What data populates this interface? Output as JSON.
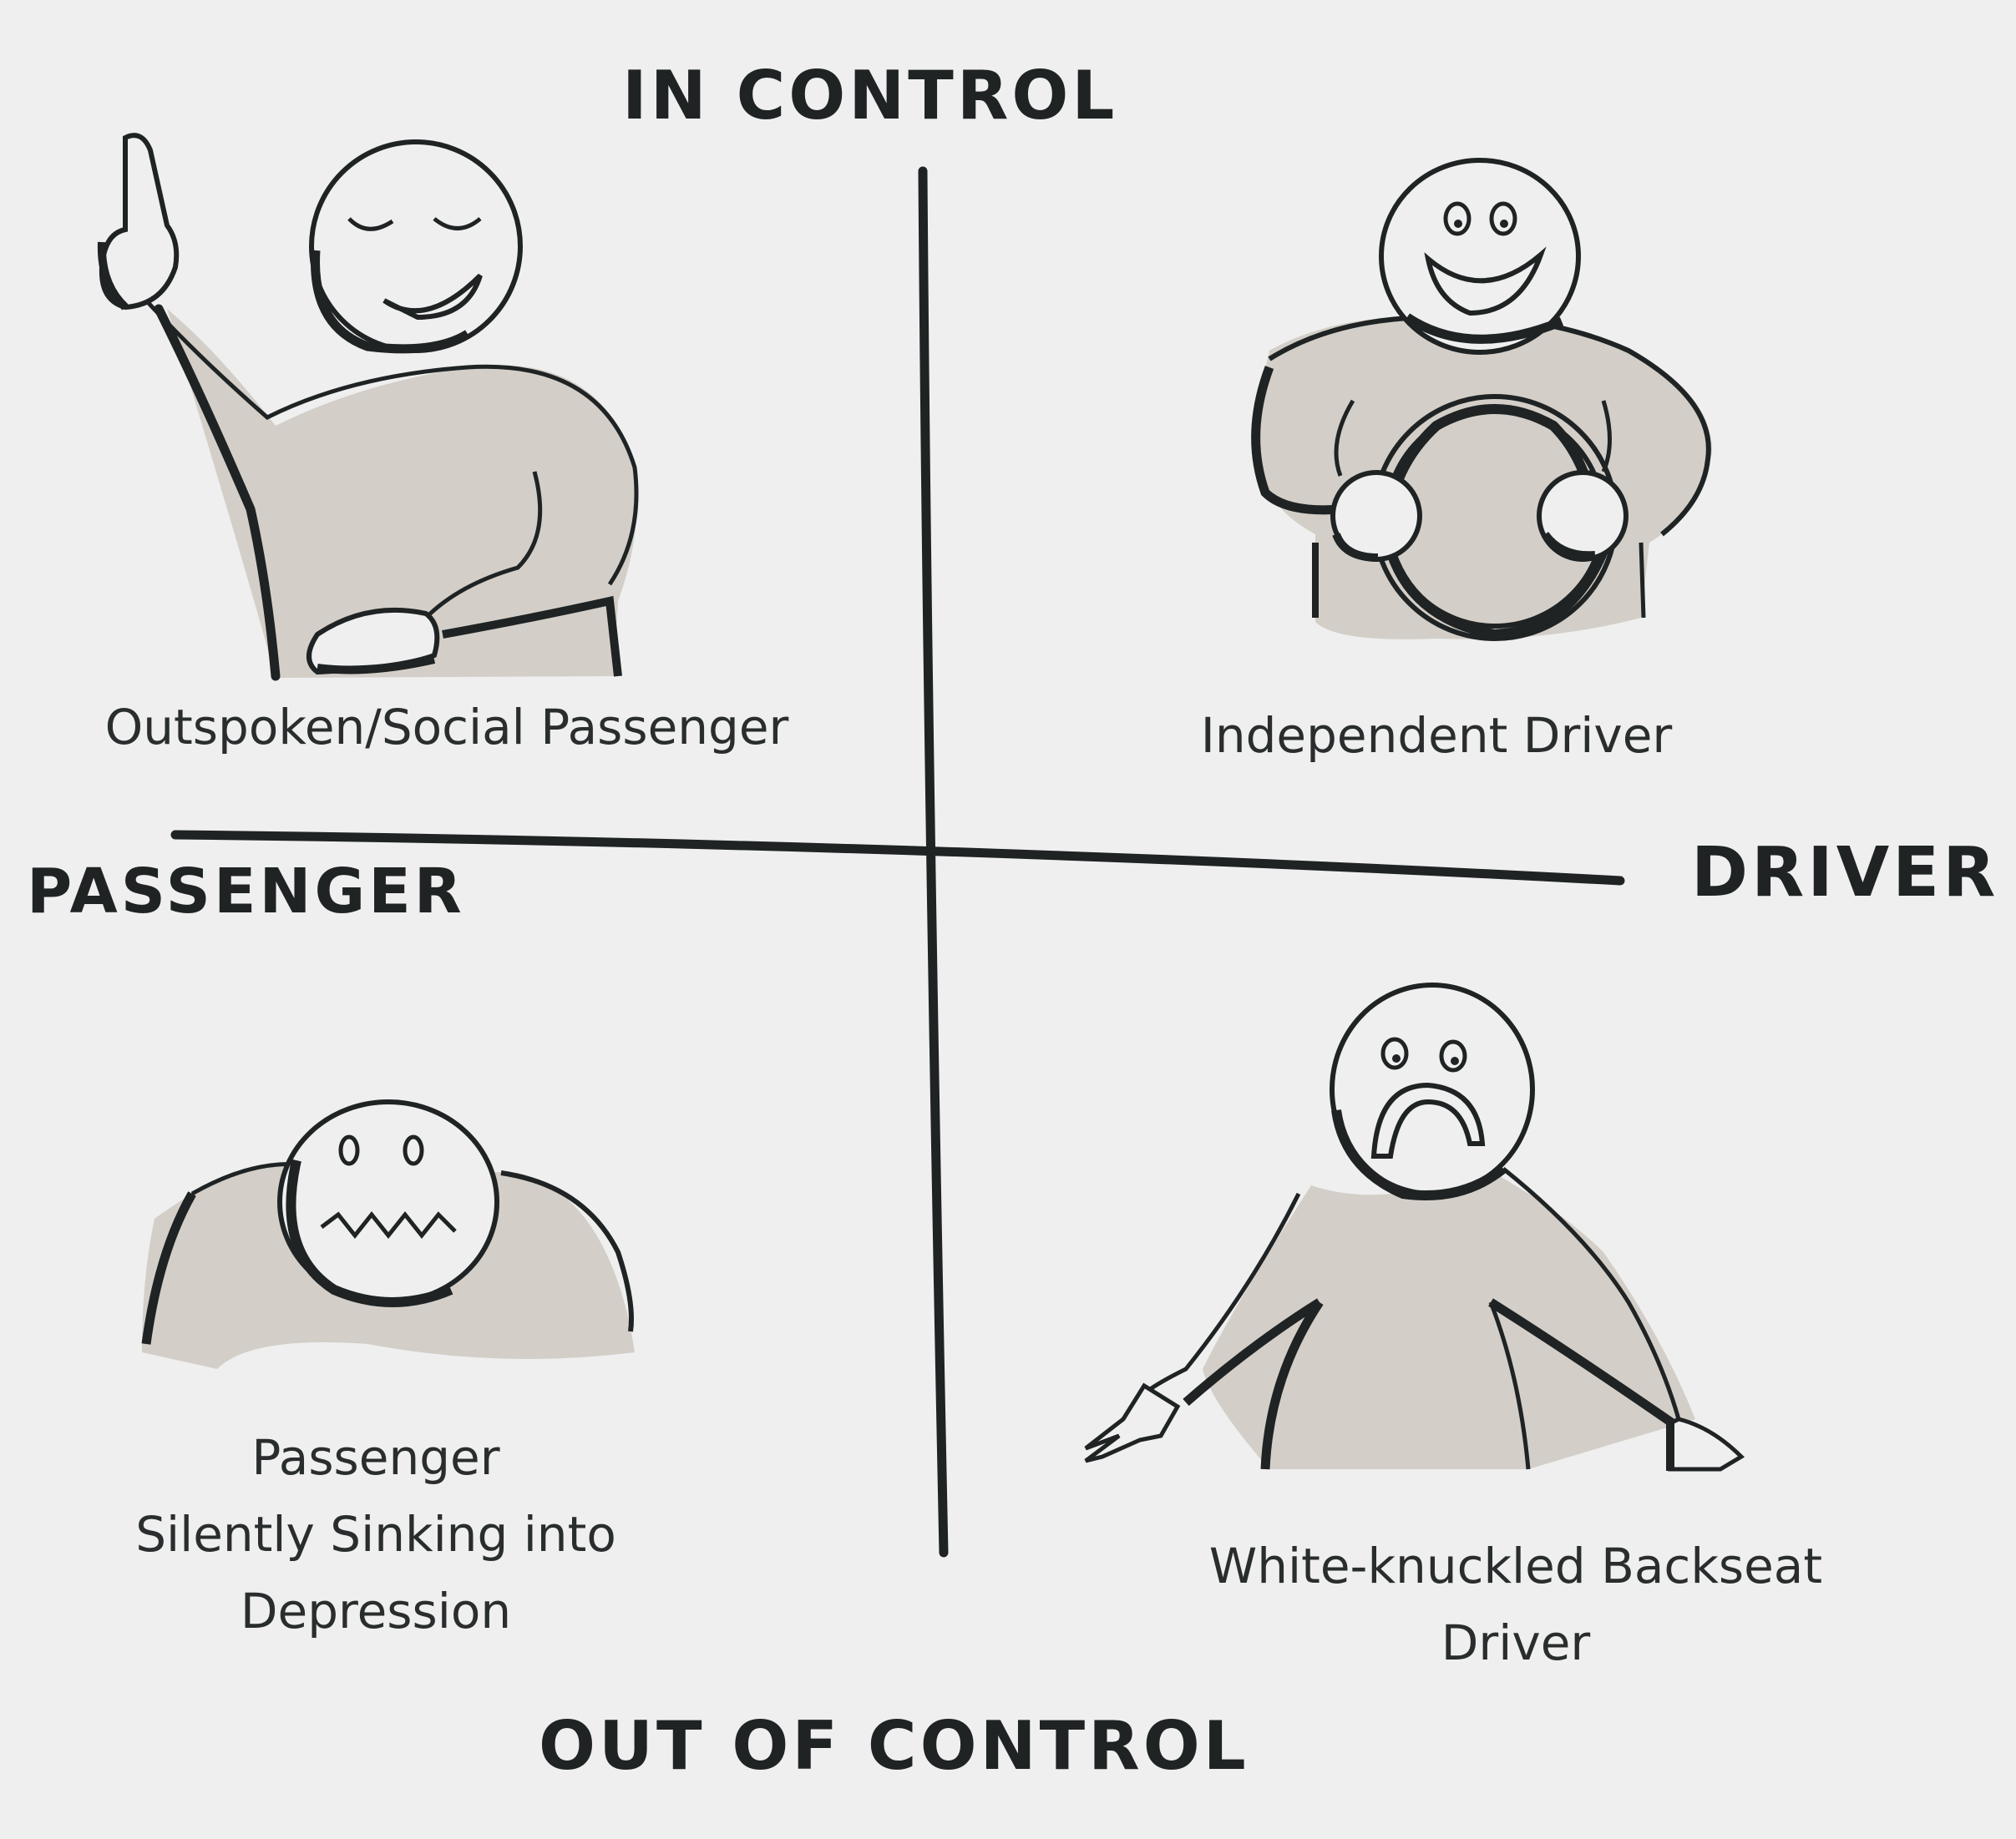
{
  "axes": {
    "top": "IN CONTROL",
    "bottom": "OUT OF CONTROL",
    "left": "PASSENGER",
    "right": "DRIVER"
  },
  "quadrants": {
    "top_left": {
      "lines": [
        "Outspoken/Social Passenger"
      ]
    },
    "top_right": {
      "lines": [
        "Independent Driver"
      ]
    },
    "bottom_left": {
      "lines": [
        "Passenger",
        "Silently Sinking into",
        "Depression"
      ]
    },
    "bottom_right": {
      "lines": [
        "White-knuckled Backseat",
        "Driver"
      ]
    }
  },
  "colors": {
    "paper": "#efefef",
    "ink": "#1f2324",
    "shade": "#d3cfc8"
  },
  "icons": {
    "top_left": "raised-hand-person-icon",
    "top_right": "steering-wheel-person-icon",
    "bottom_left": "sinking-person-icon",
    "bottom_right": "shrugging-person-icon"
  }
}
